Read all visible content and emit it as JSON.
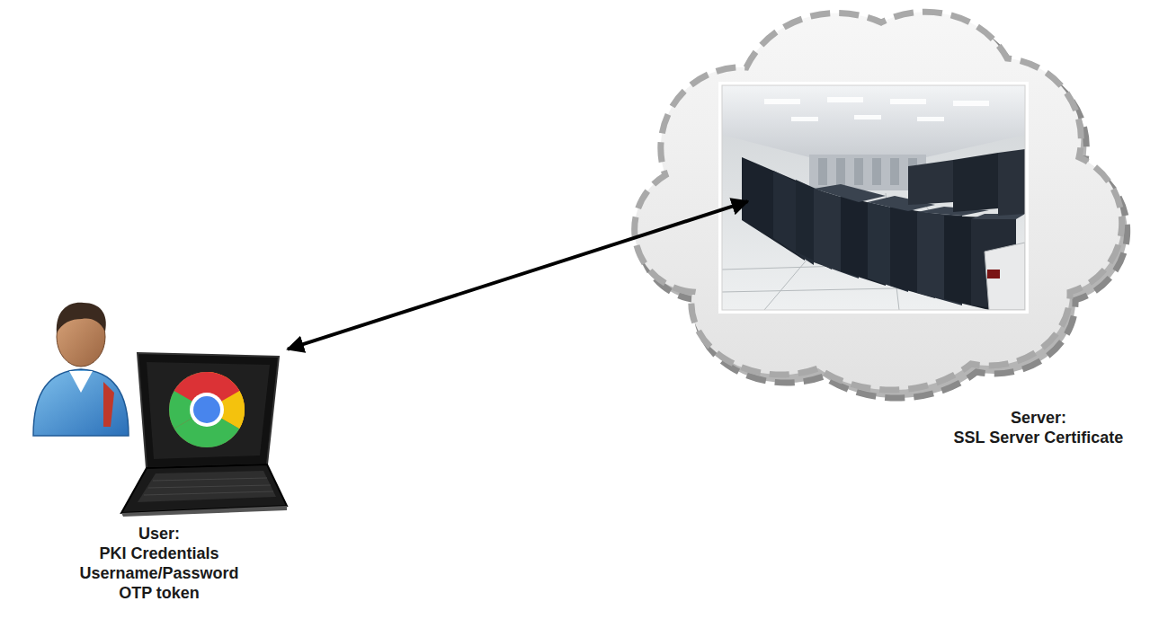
{
  "diagram": {
    "nodes": [
      {
        "text": [
          "User:",
          "PKI Credentials",
          "Username/Password",
          "OTP token"
        ]
      },
      {
        "text": [
          "Server:",
          "SSL Server Certificate"
        ]
      }
    ],
    "edges": [
      {
        "from": 0,
        "to": 1,
        "arrow": "both"
      }
    ]
  }
}
